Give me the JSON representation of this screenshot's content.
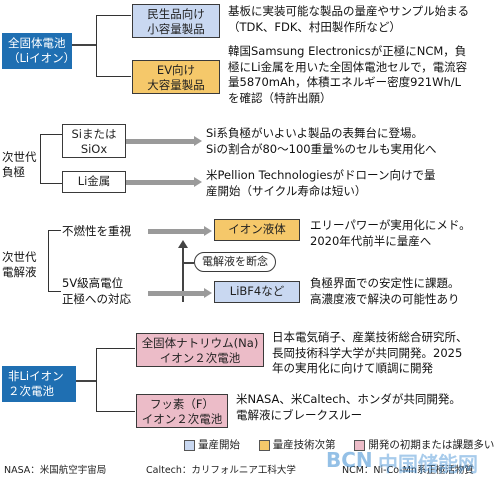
{
  "categories": {
    "solid_state": "全固体電池\n（Liイオン）",
    "next_anode": "次世代\n負極",
    "next_electrolyte": "次世代\n電解液",
    "non_li": "非Liイオン\n２次電池"
  },
  "boxes": {
    "small": "民生品向け\n小容量製品",
    "ev": "EV向け\n大容量製品",
    "si": "Siまたは\nSiOx",
    "li_metal": "Li金属",
    "ionic_liquid": "イオン液体",
    "libf4": "LiBF4など",
    "sodium": "全固体ナトリウム(Na)\nイオン２次電池",
    "fluorine": "フッ素（F）\nイオン２次電池",
    "electrolyte_cutoff": "電解液を断念"
  },
  "labels": {
    "nonflammable": "不燃性を重視",
    "high_voltage": "5V級高電位\n正極への対応"
  },
  "descriptions": {
    "small": "基板に実装可能な製品の量産やサンプル始まる\n（TDK、FDK、村田製作所など）",
    "ev": "韓国Samsung Electronicsが正極にNCM，負\n極にLi金属を用いた全固体電池セルで，電流容\n量5870mAh，体積エネルギー密度921Wh/L\nを確認（特許出願）",
    "si": "Si系負極がいよいよ製品の表舞台に登場。\nSiの割合が80～100重量%のセルも実用化へ",
    "li_metal": "米Pellion Technologiesがドローン向けで量\n産開始（サイクル寿命は短い）",
    "ionic_liquid": "エリーパワーが実用化にメド。\n2020年代前半に量産へ",
    "libf4": "負極界面での安定性に課題。\n高濃度液で解決の可能性あり",
    "sodium": "日本電気硝子、産業技術総合研究所、\n長岡技術科学大学が共同開発。2025\n年の実用化に向けて順調に開発",
    "fluorine": "米NASA、米Caltech、ホンダが共同開発。\n電解液にブレークスルー"
  },
  "legend": {
    "mass": "量産開始",
    "tech": "量産技術次第",
    "early": "開発の初期または課題多い"
  },
  "footnotes": {
    "nasa": "NASA：米国航空宇宙局",
    "caltech": "Caltech：カリフォルニア工科大学",
    "ncm": "NCM：Ni-Co-Mn系正極活物質"
  },
  "watermark": {
    "text_a": "BCN",
    "text_b": "中国储能网"
  },
  "colors": {
    "category": "#1f6fb2",
    "mass": "#c9d8f1",
    "tech": "#f5c86a",
    "early": "#ecbcc8"
  }
}
